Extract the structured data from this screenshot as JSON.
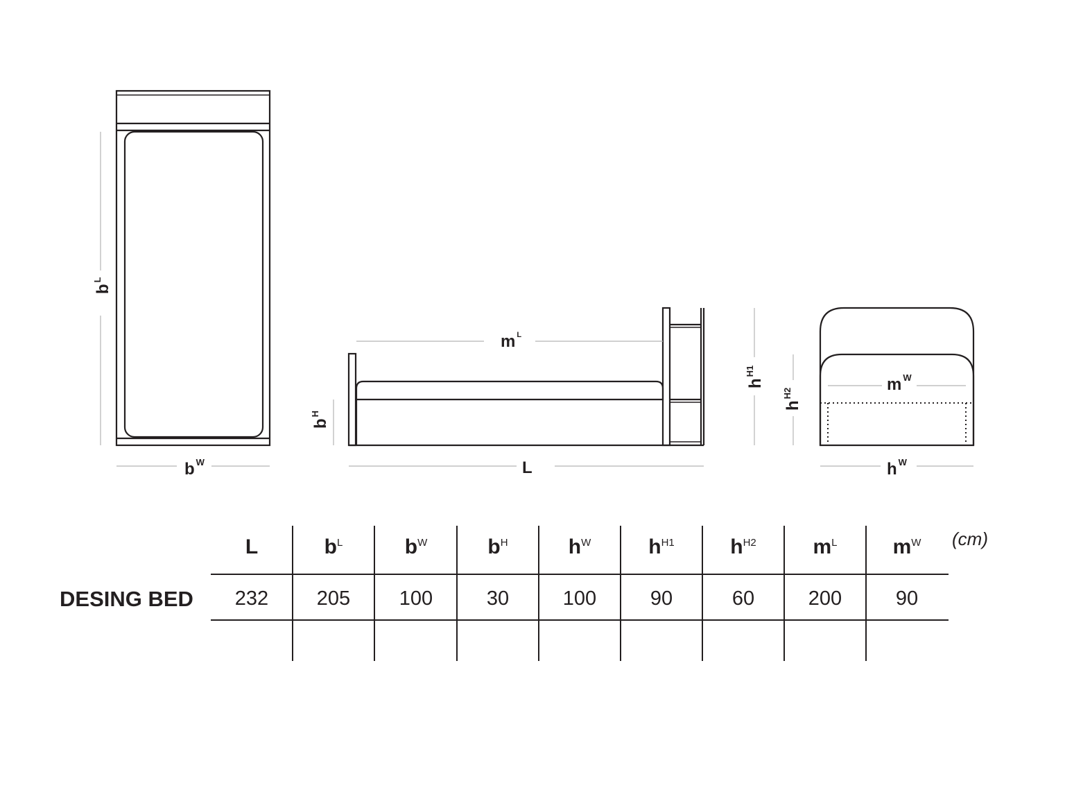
{
  "dimension_labels": {
    "b_L": {
      "base": "b",
      "sup": "L"
    },
    "b_W": {
      "base": "b",
      "sup": "W"
    },
    "b_H": {
      "base": "b",
      "sup": "H"
    },
    "m_L": {
      "base": "m",
      "sup": "L"
    },
    "m_W": {
      "base": "m",
      "sup": "W"
    },
    "L": {
      "base": "L",
      "sup": ""
    },
    "h_H1": {
      "base": "h",
      "sup": "H1"
    },
    "h_H2": {
      "base": "h",
      "sup": "H2"
    },
    "h_W": {
      "base": "h",
      "sup": "W"
    }
  },
  "table": {
    "unit": "(cm)",
    "headers": [
      {
        "base": "L",
        "sup": ""
      },
      {
        "base": "b",
        "sup": "L"
      },
      {
        "base": "b",
        "sup": "W"
      },
      {
        "base": "b",
        "sup": "H"
      },
      {
        "base": "h",
        "sup": "W"
      },
      {
        "base": "h",
        "sup": "H1"
      },
      {
        "base": "h",
        "sup": "H2"
      },
      {
        "base": "m",
        "sup": "L"
      },
      {
        "base": "m",
        "sup": "W"
      }
    ],
    "rows": [
      {
        "label": "DESING BED",
        "values": [
          "232",
          "205",
          "100",
          "30",
          "100",
          "90",
          "60",
          "200",
          "90"
        ]
      }
    ]
  }
}
